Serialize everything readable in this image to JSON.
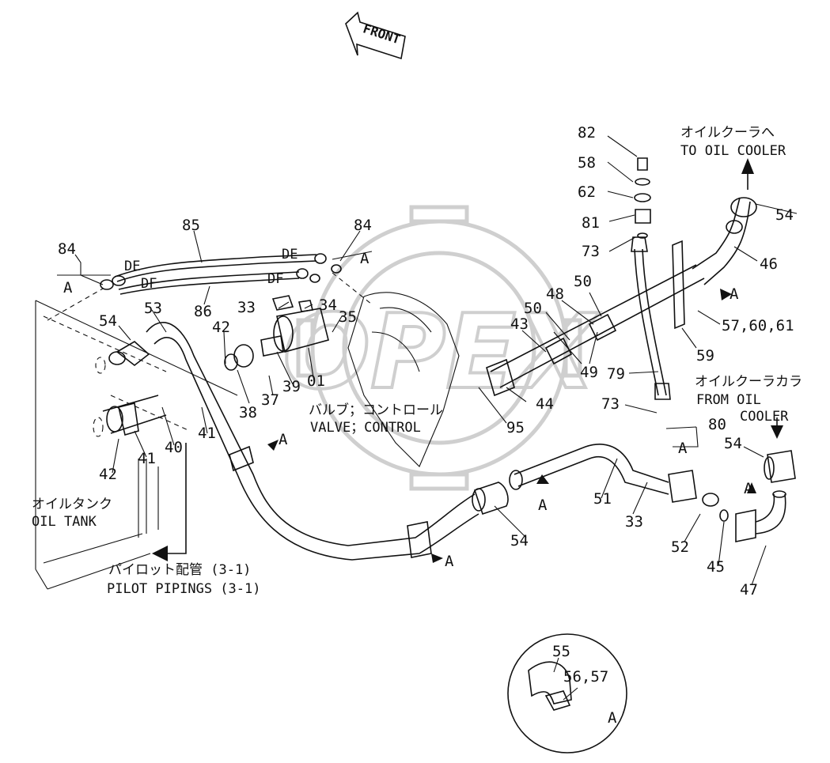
{
  "front_label": "FRONT",
  "labels": {
    "to_oil_cooler_jp": "オイルクーラへ",
    "to_oil_cooler_en": "TO OIL COOLER",
    "from_oil_cooler_jp": "オイルクーラカラ",
    "from_oil_cooler_en1": "FROM OIL",
    "from_oil_cooler_en2": "COOLER",
    "valve_jp": "バルブ；コントロール",
    "valve_en": "VALVE；CONTROL",
    "oil_tank_jp": "オイルタンク",
    "oil_tank_en": "OIL TANK",
    "pilot_jp": "パイロット配管 (3-1)",
    "pilot_en": "PILOT PIPINGS (3-1)"
  },
  "hose_tags": {
    "de": "DE",
    "df": "DF"
  },
  "view_marker": "A",
  "watermark": "OPEX",
  "callouts": {
    "c82": "82",
    "c58": "58",
    "c62": "62",
    "c81": "81",
    "c73a": "73",
    "c54a": "54",
    "c46": "46",
    "c576061": "57,60,61",
    "c59": "59",
    "c85": "85",
    "c84a": "84",
    "c84b": "84",
    "c86": "86",
    "c53": "53",
    "c54b": "54",
    "c42a": "42",
    "c33a": "33",
    "c34": "34",
    "c35": "35",
    "c43": "43",
    "c50a": "50",
    "c50b": "50",
    "c48": "48",
    "c49": "49",
    "c79": "79",
    "c38": "38",
    "c37": "37",
    "c39": "39",
    "c01": "01",
    "c44": "44",
    "c95": "95",
    "c73b": "73",
    "c80": "80",
    "c54c": "54",
    "c41a": "41",
    "c41b": "41",
    "c40": "40",
    "c42b": "42",
    "c51": "51",
    "c33b": "33",
    "c54d": "54",
    "c52": "52",
    "c45": "45",
    "c47": "47",
    "c55": "55",
    "c5657": "56,57"
  }
}
